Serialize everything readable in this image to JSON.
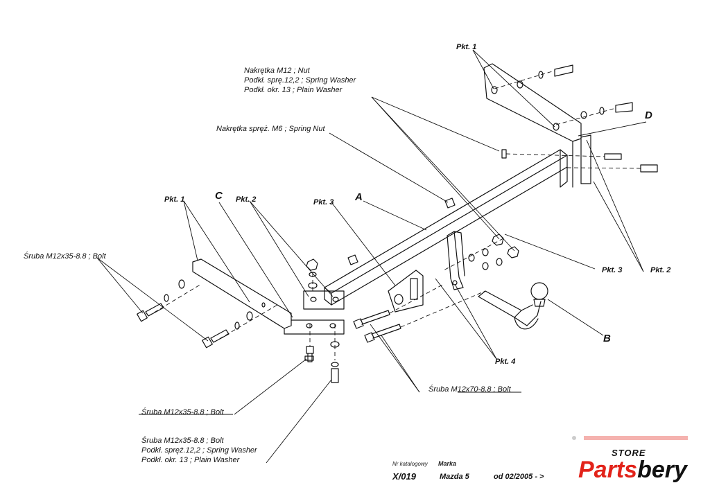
{
  "callouts": {
    "nut_group_line1": "Nakrętka  M12 ; Nut",
    "nut_group_line2": "Podkł. sprę.12,2 ; Spring Washer",
    "nut_group_line3": "Podkł. okr. 13 ; Plain Washer",
    "spring_nut": "Nakrętka  spręż. M6 ; Spring Nut",
    "bolt_left": "Śruba M12x35-8.8 ;  Bolt",
    "bolt_bottom": "Śruba M12x35-8.8 ;  Bolt",
    "bolt_group_line1": "Śruba M12x35-8.8 ;  Bolt",
    "bolt_group_line2": "Podkł. spręż.12,2 ; Spring Washer",
    "bolt_group_line3": "Podkł. okr. 13 ; Plain Washer",
    "bolt_long": "Śruba M12x70-8.8 ;  Bolt"
  },
  "points": {
    "pkt1_top": "Pkt. 1",
    "pkt1_left": "Pkt. 1",
    "pkt2_left": "Pkt. 2",
    "pkt2_right": "Pkt. 2",
    "pkt3_left": "Pkt. 3",
    "pkt3_right": "Pkt. 3",
    "pkt4": "Pkt. 4"
  },
  "parts": {
    "a": "A",
    "b": "B",
    "c": "C",
    "d": "D"
  },
  "title_block": {
    "catalog_caption": "Nr katalogowy",
    "brand_caption": "Marka",
    "catalog_no": "X/019",
    "model": "Mazda 5",
    "date": "od  02/2005 - >"
  },
  "logo": {
    "store": "STORE",
    "name_part1": "Parts",
    "name_part2": "bery",
    "accent": "#e2231a"
  }
}
